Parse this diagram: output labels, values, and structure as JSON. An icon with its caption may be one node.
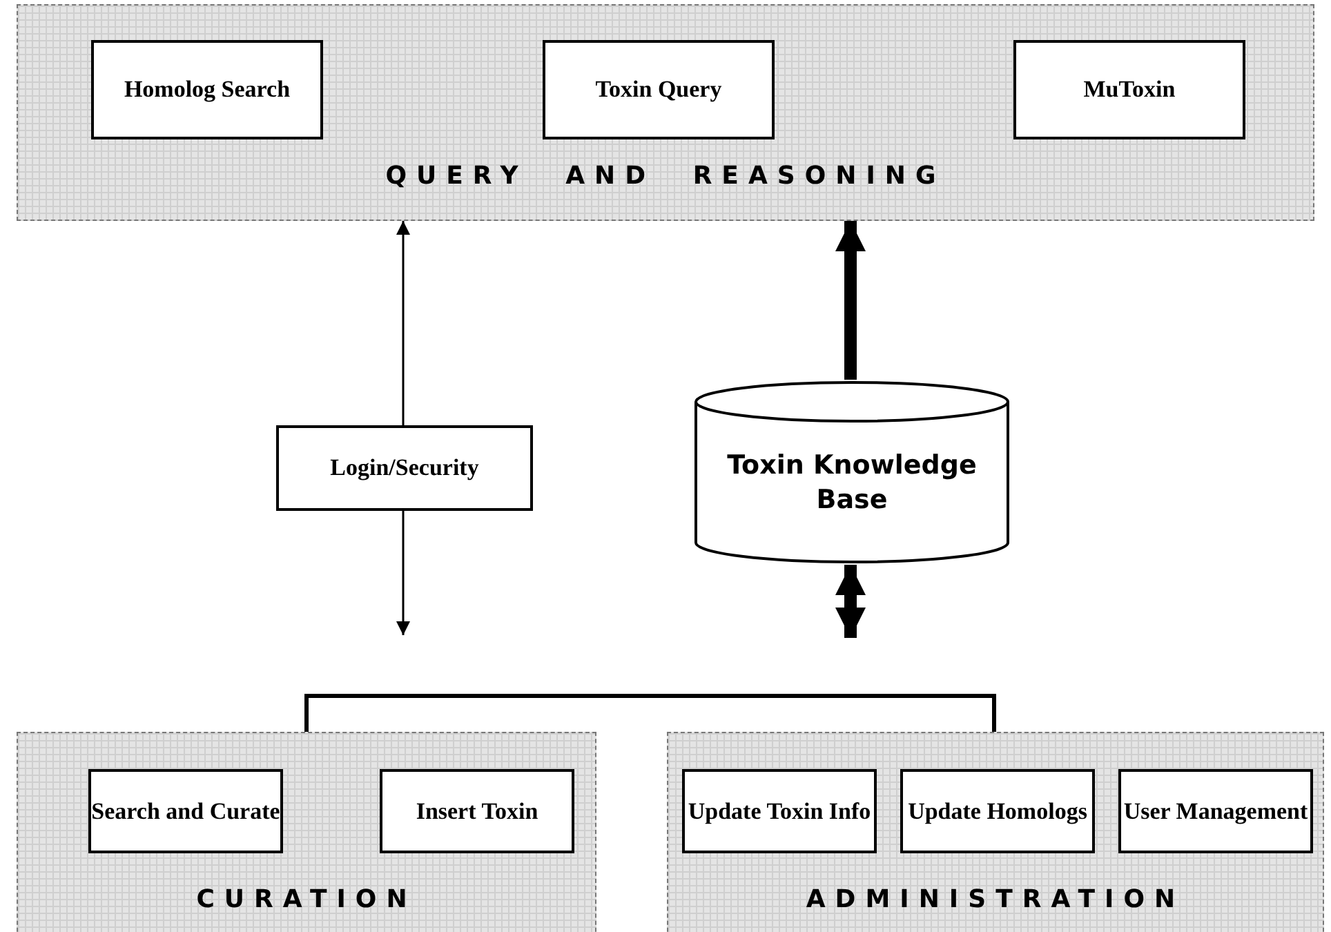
{
  "diagram": {
    "nodes": [
      {
        "text": [
          "QUERY AND REASONING"
        ]
      },
      {
        "text": [
          "Homolog Search"
        ],
        "in": 0
      },
      {
        "text": [
          "Toxin Query"
        ],
        "in": 0
      },
      {
        "text": [
          "MuToxin"
        ],
        "in": 0
      },
      {
        "text": [
          "Login/Security"
        ]
      },
      {
        "text": [
          "Toxin Knowledge Base"
        ]
      },
      {
        "text": [
          "CURATION"
        ]
      },
      {
        "text": [
          "Search and Curate"
        ],
        "in": 6
      },
      {
        "text": [
          "Insert Toxin"
        ],
        "in": 6
      },
      {
        "text": [
          "ADMINISTRATION"
        ]
      },
      {
        "text": [
          "Update Toxin Info"
        ],
        "in": 9
      },
      {
        "text": [
          "Update Homologs"
        ],
        "in": 9
      },
      {
        "text": [
          "User Management"
        ],
        "in": 9
      }
    ],
    "edges": [
      {
        "from": 4,
        "to": 0,
        "arrow": "to"
      },
      {
        "from": 4,
        "to": null,
        "arrow": "to"
      },
      {
        "from": 5,
        "to": 0,
        "arrow": "to",
        "style": "thick"
      },
      {
        "from": 5,
        "to": null,
        "arrow": "both",
        "style": "thick"
      },
      {
        "from": 6,
        "to": 9,
        "arrow": "none"
      }
    ]
  }
}
